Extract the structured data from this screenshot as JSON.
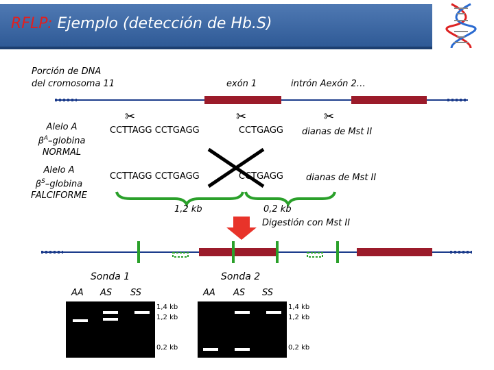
{
  "header": {
    "title_main": "RFLP:",
    "title_rest": " Ejemplo (detección de Hb.S)"
  },
  "diagram": {
    "dna_label": [
      "Porción de DNA",
      "del cromosoma 11"
    ],
    "exon_label": "exón 1",
    "intron_label": "intrón Aexón 2…",
    "allele_normal": {
      "line1": "Alelo A",
      "line2": "–globina",
      "sup": "A",
      "line3": "NORMAL"
    },
    "allele_sickle": {
      "line1": "Alelo A",
      "line2": "–globina",
      "sup": "S",
      "line3": "FALCIFORME"
    },
    "beta_symbol": "β",
    "seq_normal_1": "CCTTAGG CCTGAGG",
    "seq_normal_2": "CCTGAGG",
    "seq_sickle_1": "CCTTAGG CCTGAGG",
    "seq_sickle_2": "CCTGAGG",
    "mst_label": "dianas de Mst II",
    "scissors": "✂",
    "frag_large": "1,2 kb",
    "frag_small": "0,2 kb",
    "digest_label": "Digestión con Mst II"
  },
  "gels": {
    "probe1": "Sonda 1",
    "probe2": "Sonda 2",
    "lanes": [
      "AA",
      "AS",
      "SS"
    ],
    "size_14": "1,4 kb",
    "size_12": "1,2 kb",
    "size_02": "0,2 kb"
  },
  "colors": {
    "exon": "#9b1b2a",
    "brace": "#2aa02a",
    "marker": "#2aa02a",
    "arrow": "#e8332a",
    "title_bar": "#3a66a3"
  }
}
